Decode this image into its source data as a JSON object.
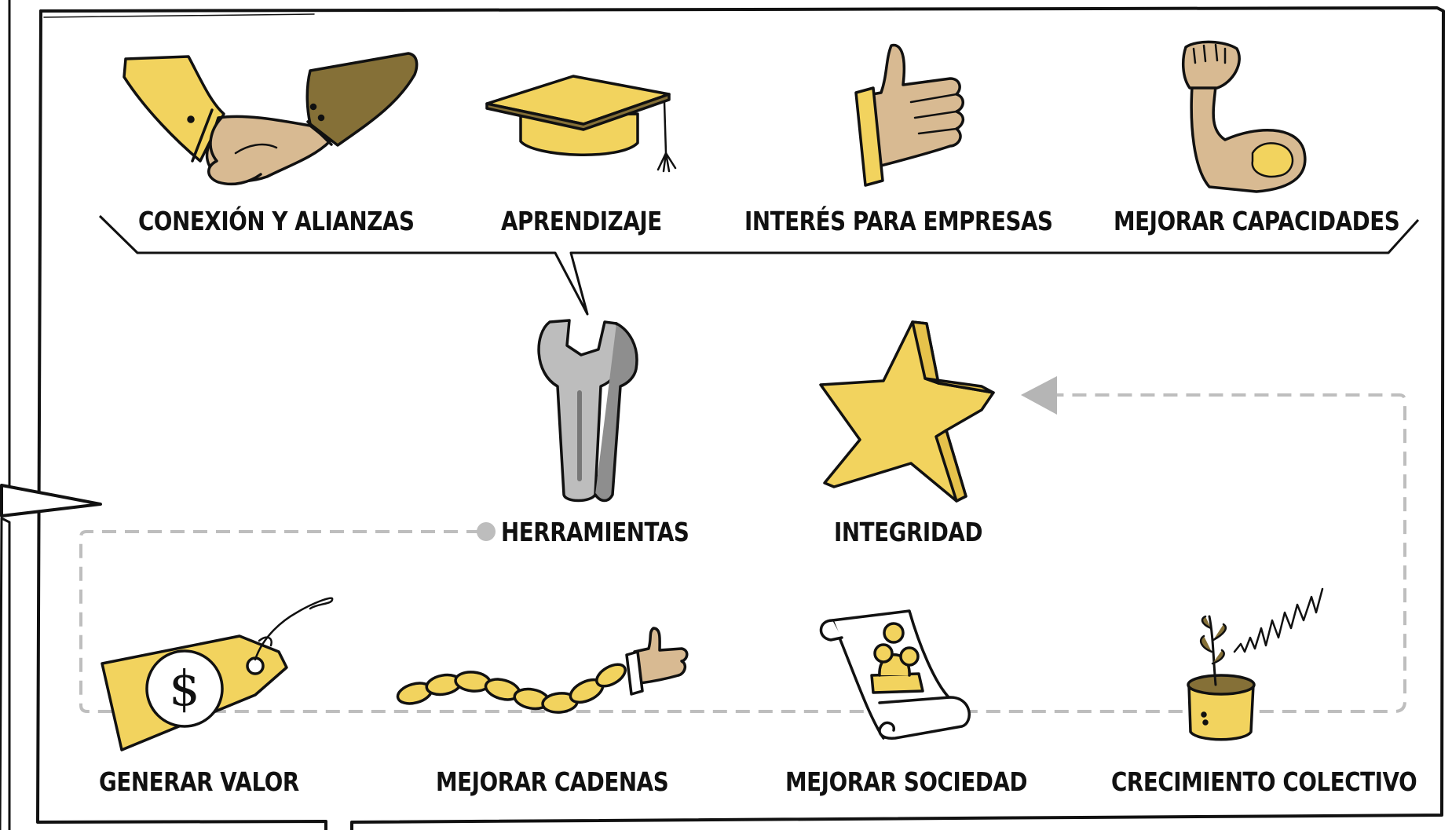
{
  "colors": {
    "yellow": "#F2D35E",
    "dark_skin": "#857037",
    "light_skin": "#D8BA92",
    "gray": "#BDBDBD",
    "outline": "#111111",
    "dashed": "#BEBEBE"
  },
  "top_row": {
    "items": [
      {
        "label": "CONEXIÓN Y ALIANZAS",
        "icon": "handshake-icon"
      },
      {
        "label": "APRENDIZAJE",
        "icon": "graduation-cap-icon"
      },
      {
        "label": "INTERÉS PARA EMPRESAS",
        "icon": "thumbs-up-icon"
      },
      {
        "label": "MEJORAR CAPACIDADES",
        "icon": "flexed-arm-icon"
      }
    ]
  },
  "middle_row": {
    "items": [
      {
        "label": "HERRAMIENTAS",
        "icon": "wrench-icon"
      },
      {
        "label": "INTEGRIDAD",
        "icon": "star-icon"
      }
    ]
  },
  "bottom_row": {
    "items": [
      {
        "label": "GENERAR VALOR",
        "icon": "price-tag-icon"
      },
      {
        "label": "MEJORAR CADENAS",
        "icon": "chain-icon"
      },
      {
        "label": "MEJORAR SOCIEDAD",
        "icon": "scroll-people-icon"
      },
      {
        "label": "CRECIMIENTO COLECTIVO",
        "icon": "growing-plant-icon"
      }
    ]
  }
}
